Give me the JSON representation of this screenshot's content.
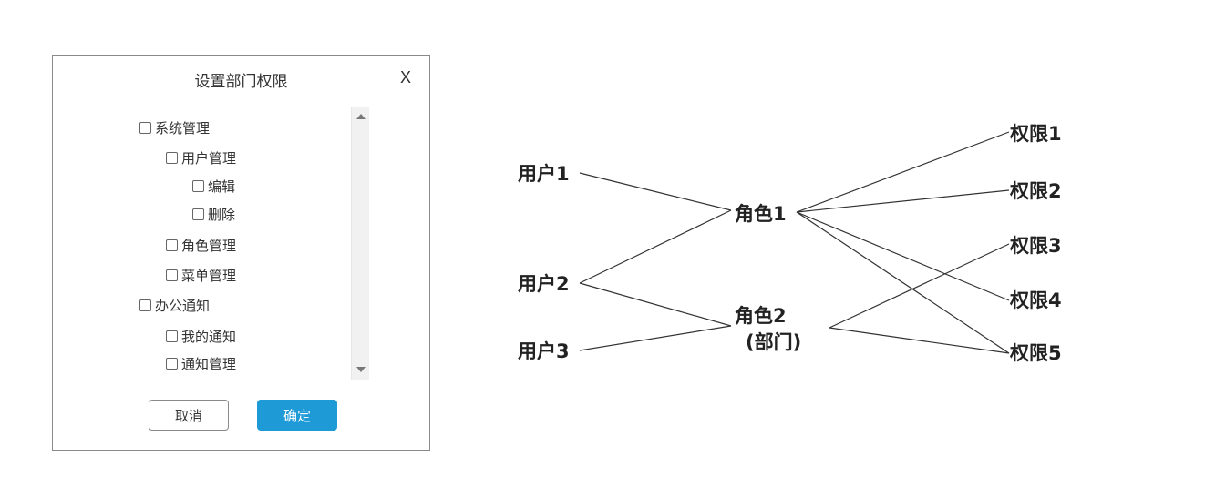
{
  "dialog": {
    "title": "设置部门权限",
    "close_label": "X",
    "cancel_label": "取消",
    "ok_label": "确定",
    "accent_color": "#1e9ad6",
    "tree": [
      {
        "label": "系统管理",
        "level": 0
      },
      {
        "label": "用户管理",
        "level": 1
      },
      {
        "label": "编辑",
        "level": 2
      },
      {
        "label": "删除",
        "level": 2
      },
      {
        "label": "角色管理",
        "level": 1
      },
      {
        "label": "菜单管理",
        "level": 1
      },
      {
        "label": "办公通知",
        "level": 0
      },
      {
        "label": "我的通知",
        "level": 1
      },
      {
        "label": "通知管理",
        "level": 1
      }
    ]
  },
  "diagram": {
    "users": [
      "用户1",
      "用户2",
      "用户3"
    ],
    "roles": [
      "角色1",
      "角色2",
      "(部门)"
    ],
    "permissions": [
      "权限1",
      "权限2",
      "权限3",
      "权限4",
      "权限5"
    ]
  }
}
